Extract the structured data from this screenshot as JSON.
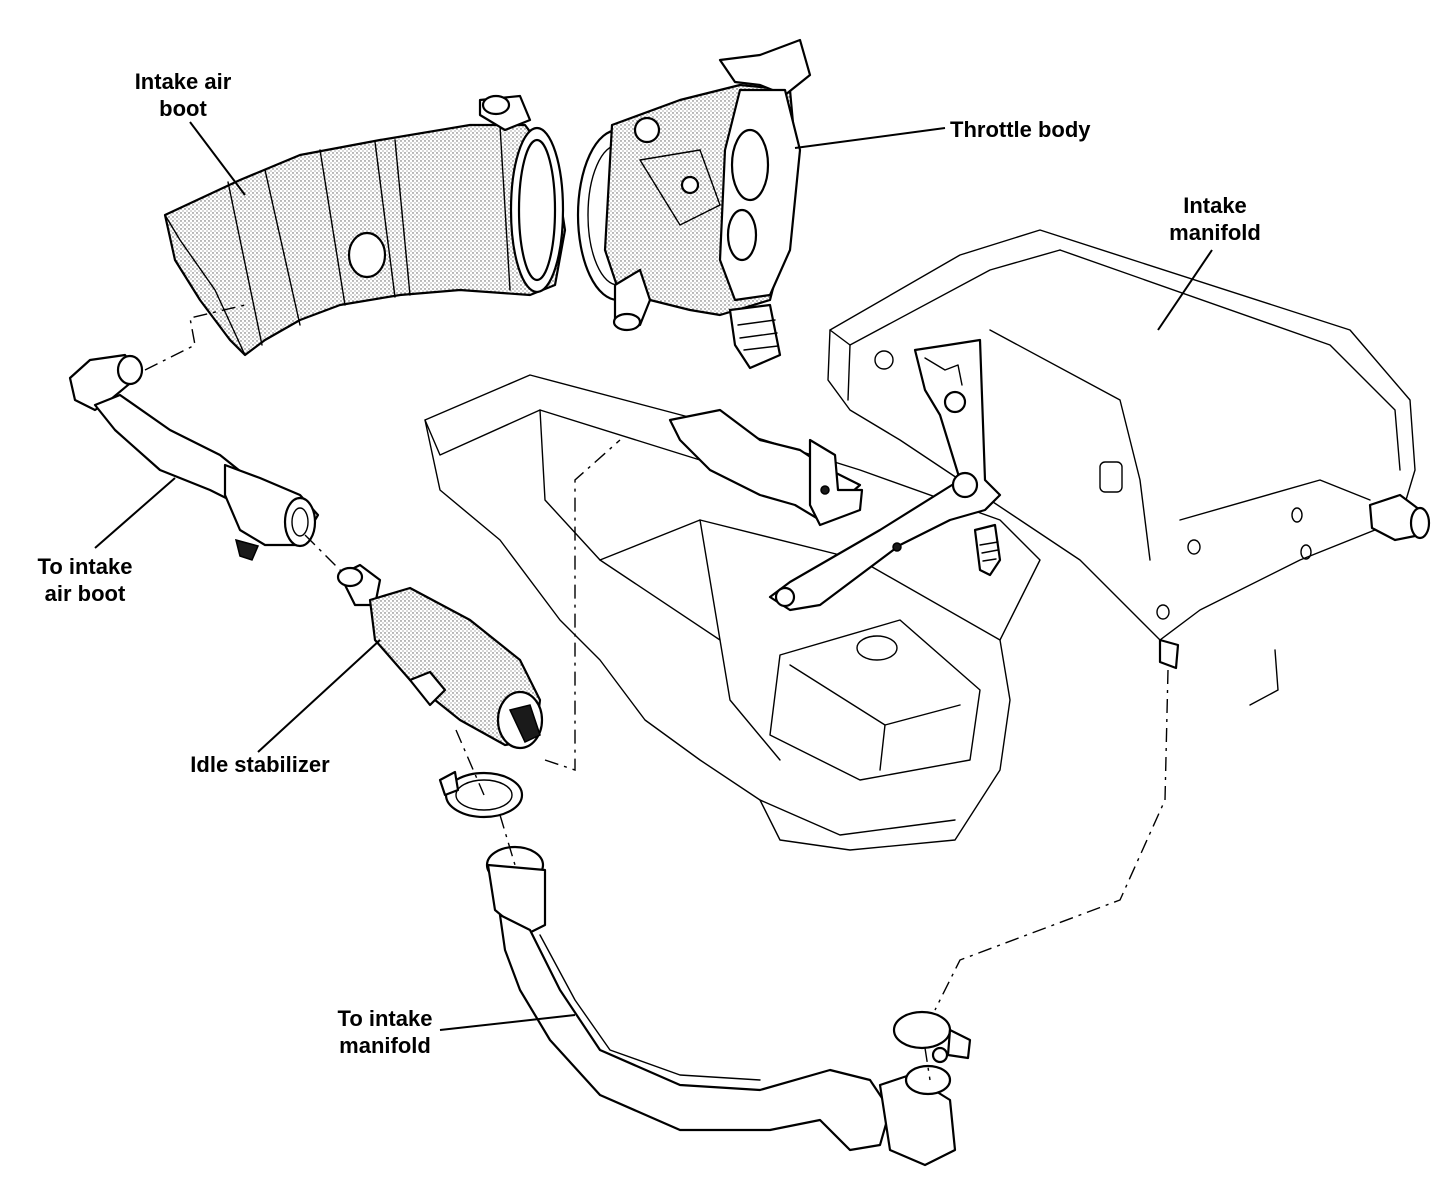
{
  "labels": {
    "intake_air_boot": [
      "Intake air",
      "boot"
    ],
    "throttle_body": [
      "Throttle body"
    ],
    "intake_manifold": [
      "Intake",
      "manifold"
    ],
    "to_intake_air_boot": [
      "To intake",
      "air boot"
    ],
    "idle_stabilizer": [
      "Idle stabilizer"
    ],
    "to_intake_manifold": [
      "To intake",
      "manifold"
    ]
  }
}
